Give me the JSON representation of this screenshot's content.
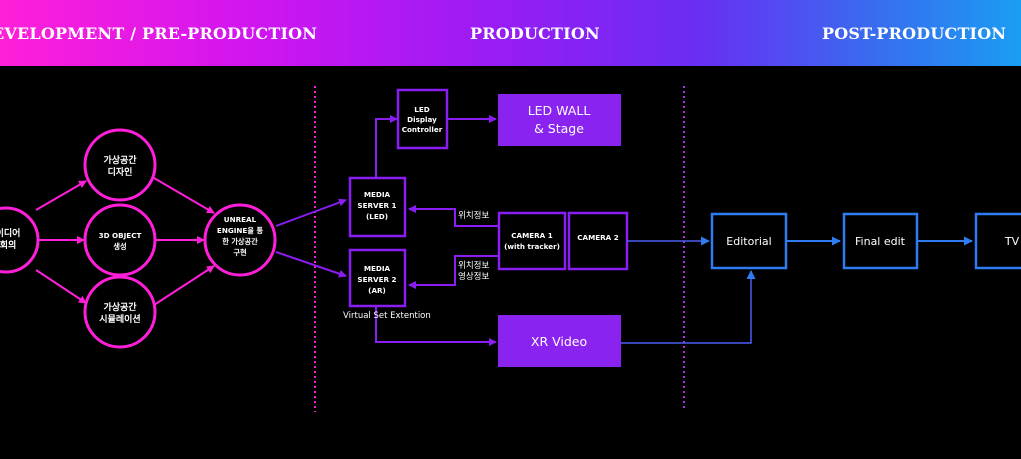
{
  "header": {
    "phases": [
      "EVELOPMENT / PRE-PRODUCTION",
      "PRODUCTION",
      "POST-PRODUCTION"
    ]
  },
  "pre": {
    "idea": [
      "이디어",
      "회의"
    ],
    "space_design": [
      "가상공간",
      "디자인"
    ],
    "object_create": [
      "3D OBJECT",
      "생성"
    ],
    "space_sim": [
      "가상공간",
      "시뮬레이션"
    ],
    "unreal": [
      "UNREAL",
      "ENGINE을 통",
      "한 가상공간",
      "구현"
    ]
  },
  "production": {
    "led_controller": [
      "LED",
      "Display",
      "Controller"
    ],
    "led_wall": [
      "LED WALL",
      "& Stage"
    ],
    "media_server_1": [
      "MEDIA",
      "SERVER 1",
      "(LED)"
    ],
    "media_server_2": [
      "MEDIA",
      "SERVER 2",
      "(AR)"
    ],
    "virtual_set_label": "Virtual Set Extention",
    "camera_1": [
      "CAMERA 1",
      "(with tracker)"
    ],
    "camera_2": "CAMERA 2",
    "xr_video": "XR Video",
    "position_info_1": "위치정보",
    "position_info_2": "위치정보",
    "video_info": "영상정보"
  },
  "post": {
    "editorial": "Editorial",
    "final_edit": "Final edit",
    "tv": "TV"
  },
  "colors": {
    "magenta": "#ff1fd8",
    "purple": "#8a1df2",
    "purple_fill": "#8a22f0",
    "blue": "#2f7bf0"
  }
}
